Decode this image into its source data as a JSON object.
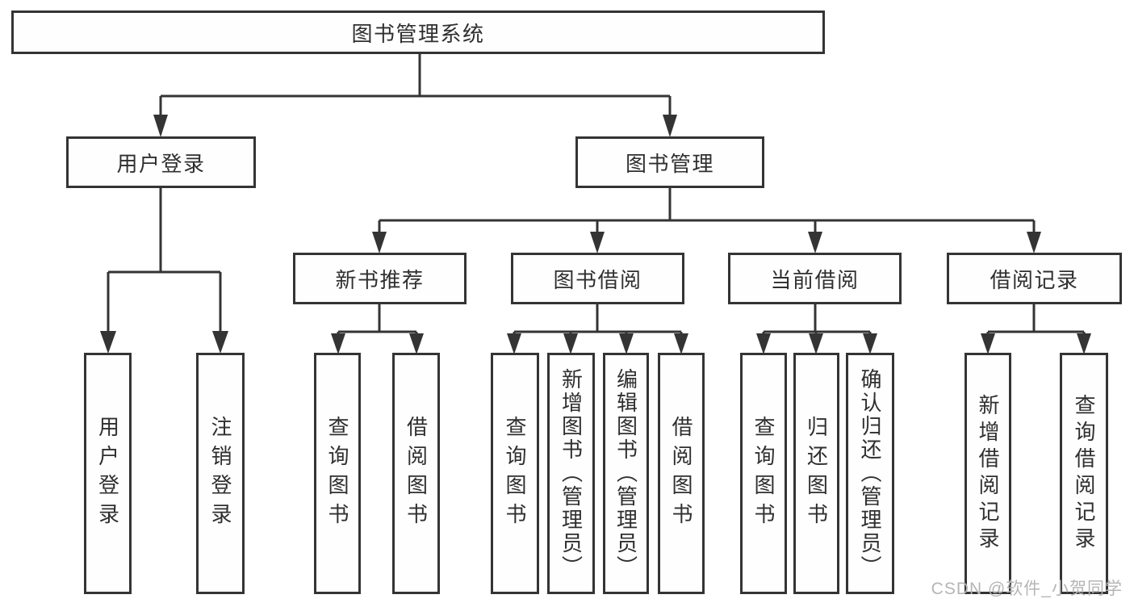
{
  "diagram": {
    "root": {
      "label": "图书管理系统",
      "children": [
        {
          "label": "用户登录",
          "children": [
            {
              "label": "用户登录"
            },
            {
              "label": "注销登录"
            }
          ]
        },
        {
          "label": "图书管理",
          "children": [
            {
              "label": "新书推荐",
              "children": [
                {
                  "label": "查询图书"
                },
                {
                  "label": "借阅图书"
                }
              ]
            },
            {
              "label": "图书借阅",
              "children": [
                {
                  "label": "查询图书"
                },
                {
                  "label": "新增图书（管理员）"
                },
                {
                  "label": "编辑图书（管理员）"
                },
                {
                  "label": "借阅图书"
                }
              ]
            },
            {
              "label": "当前借阅",
              "children": [
                {
                  "label": "查询图书"
                },
                {
                  "label": "归还图书"
                },
                {
                  "label": "确认归还（管理员）"
                }
              ]
            },
            {
              "label": "借阅记录",
              "children": [
                {
                  "label": "新增借阅记录"
                },
                {
                  "label": "查询借阅记录"
                }
              ]
            }
          ]
        }
      ]
    }
  },
  "watermark": {
    "text": "CSDN @软件_小贺同学"
  },
  "colors": {
    "line": "#343434",
    "background": "#ffffff",
    "watermark": "#b5b5b5"
  }
}
